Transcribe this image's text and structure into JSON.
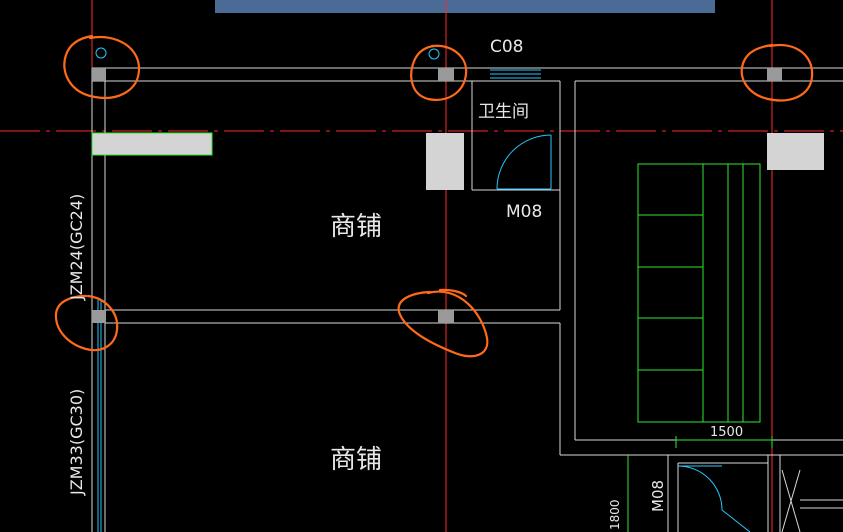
{
  "labels": {
    "c08": "C08",
    "bathroom": "卫生间",
    "m08_top": "M08",
    "shop_top": "商铺",
    "shop_bottom": "商铺",
    "jzm24": "JZM24(GC24)",
    "jzm33": "JZM33(GC30)",
    "dim_1500": "1500",
    "m08_right": "M08",
    "dim_1800": "1800"
  },
  "colors": {
    "background": "#000000",
    "axis": "#ff2a2a",
    "wall": "#d8d8d8",
    "column": "#9a9a9a",
    "highlight_circle": "#ff6a1a",
    "furniture": "#2ee82e",
    "door": "#27c7ff",
    "banner": "#4a6b96"
  }
}
